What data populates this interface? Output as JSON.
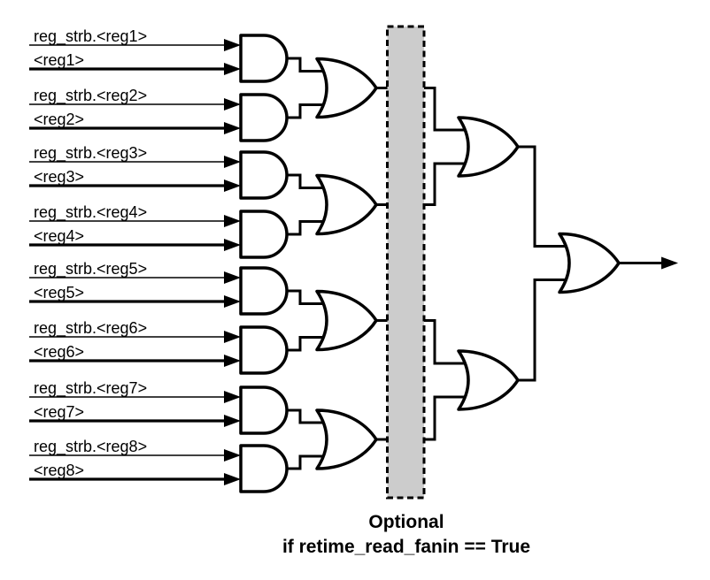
{
  "diagram": {
    "kind": "logic-gate-fanin-tree",
    "inputs": [
      {
        "strb_label": "reg_strb.<reg1>",
        "data_label": "<reg1>"
      },
      {
        "strb_label": "reg_strb.<reg2>",
        "data_label": "<reg2>"
      },
      {
        "strb_label": "reg_strb.<reg3>",
        "data_label": "<reg3>"
      },
      {
        "strb_label": "reg_strb.<reg4>",
        "data_label": "<reg4>"
      },
      {
        "strb_label": "reg_strb.<reg5>",
        "data_label": "<reg5>"
      },
      {
        "strb_label": "reg_strb.<reg6>",
        "data_label": "<reg6>"
      },
      {
        "strb_label": "reg_strb.<reg7>",
        "data_label": "<reg7>"
      },
      {
        "strb_label": "reg_strb.<reg8>",
        "data_label": "<reg8>"
      }
    ],
    "structure": {
      "and_gates": 8,
      "or_gates_level1": 4,
      "or_gates_level2": 2,
      "or_gates_final": 1
    },
    "optional_region": {
      "caption_line1": "Optional",
      "caption_line2": "if retime_read_fanin == True",
      "fill_color": "#cccccc"
    },
    "colors": {
      "stroke": "#000000",
      "background": "#ffffff"
    }
  }
}
